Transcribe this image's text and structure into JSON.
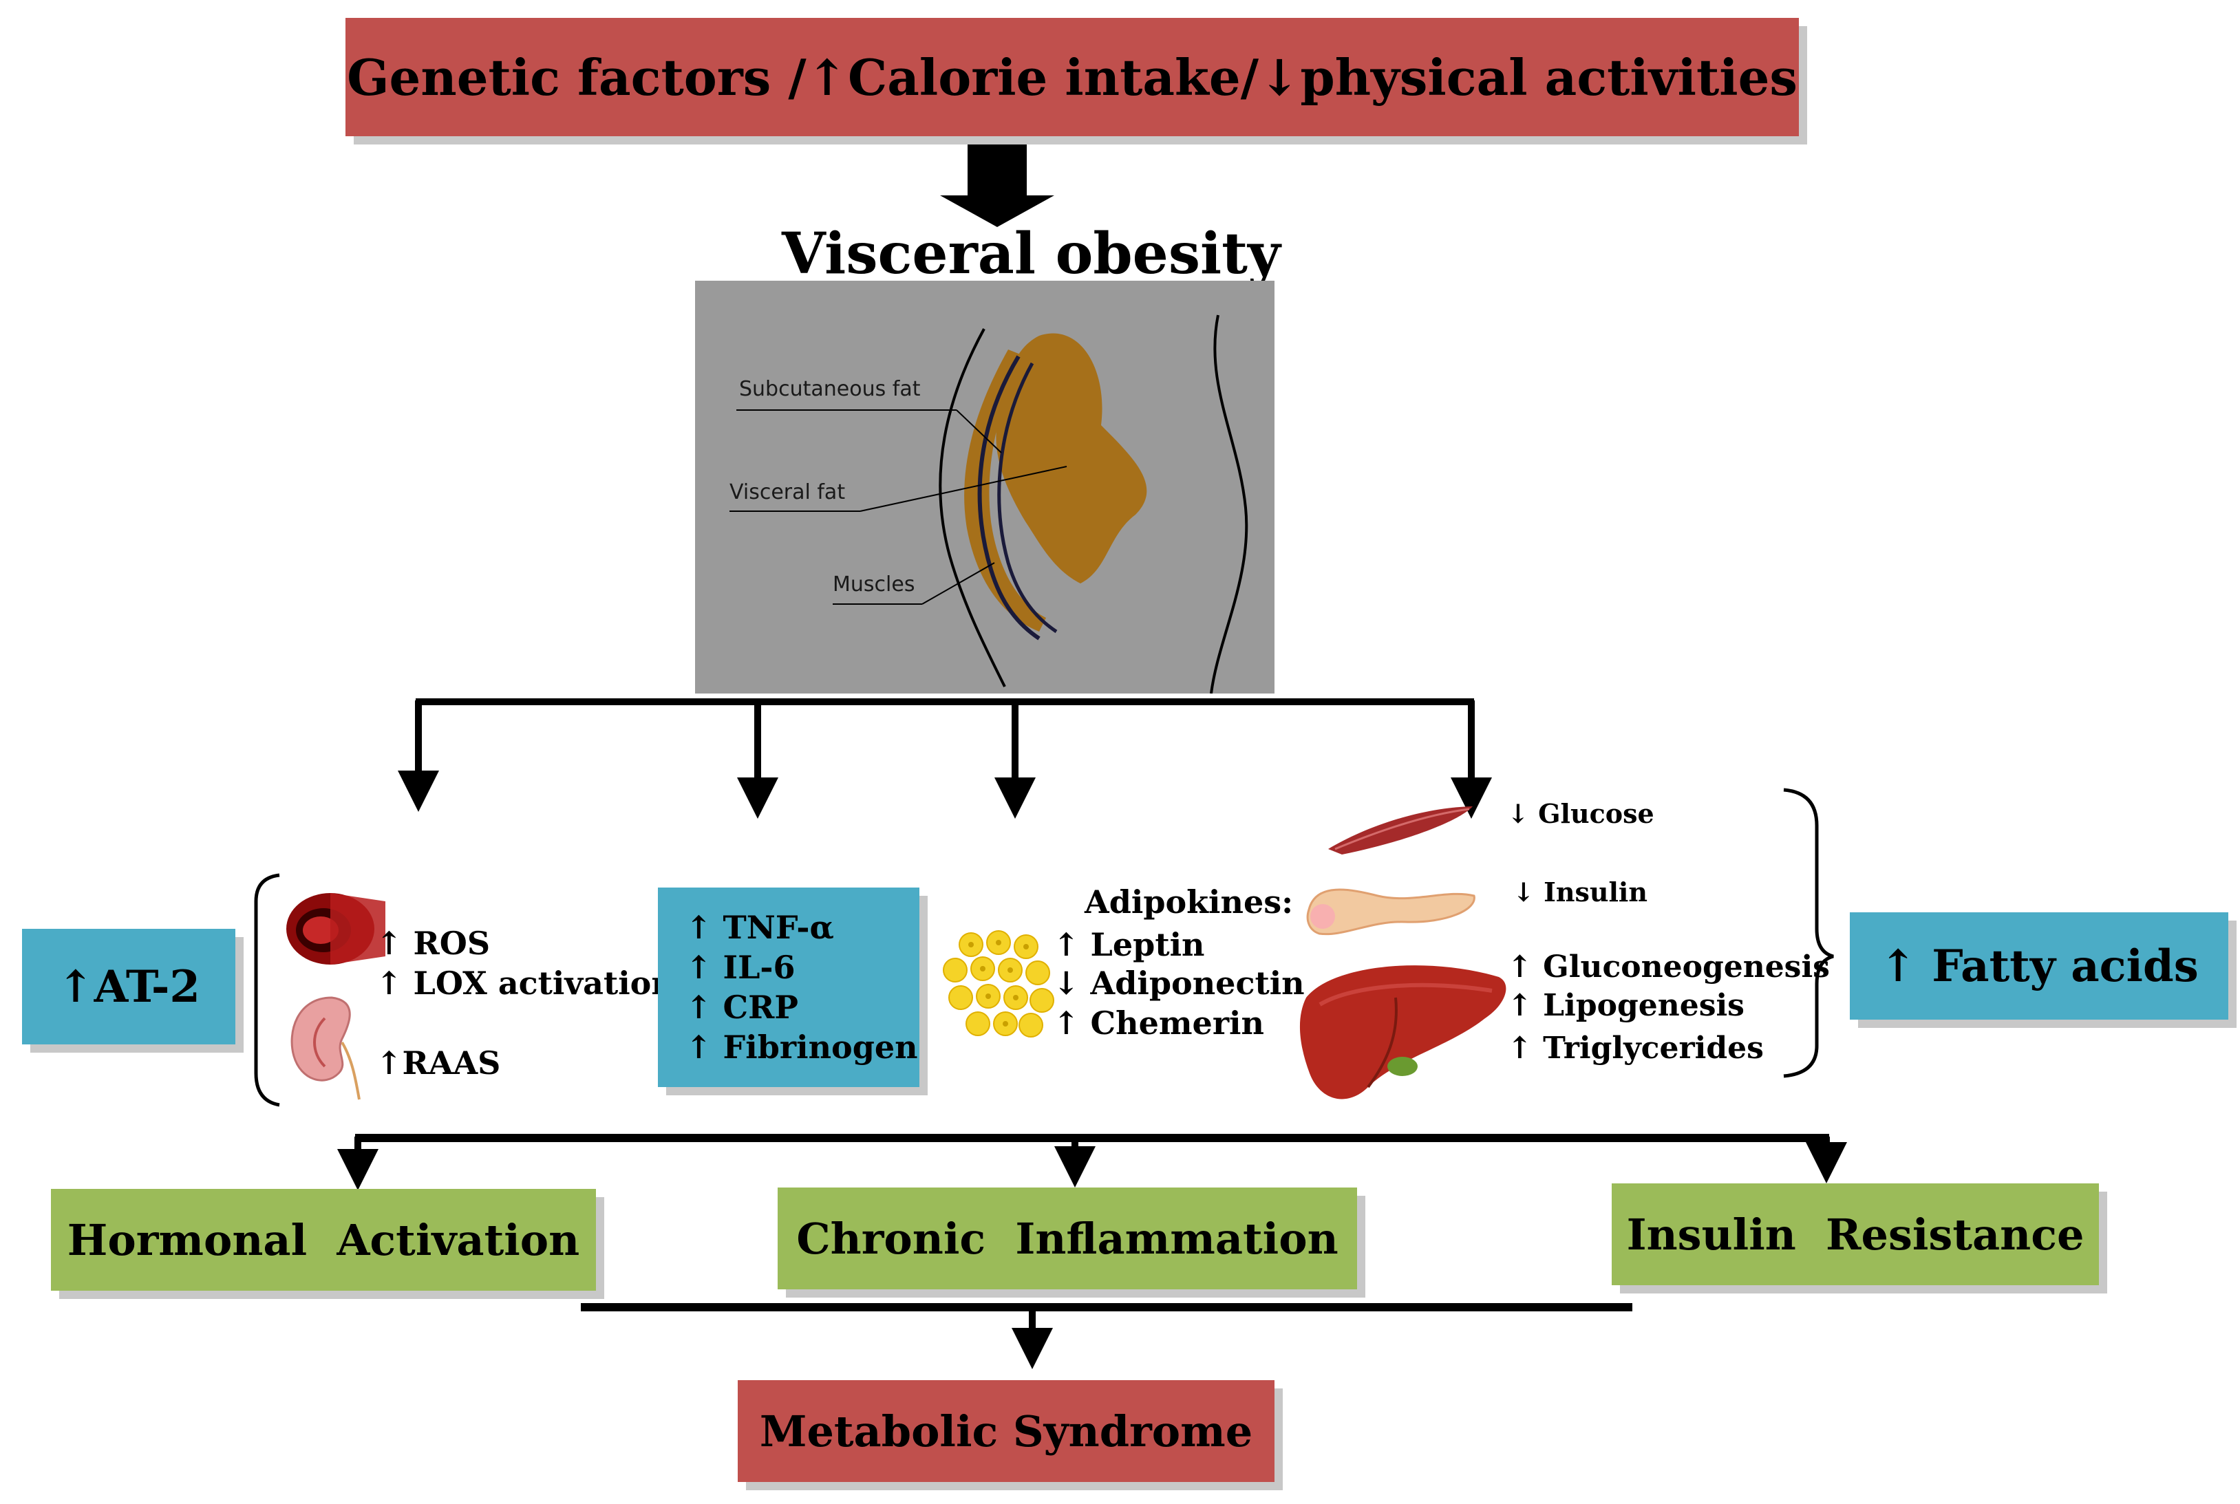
{
  "top_box": {
    "text": "Genetic factors /↑Calorie intake/↓physical activities"
  },
  "visceral": {
    "title": "Visceral obesity",
    "labels": {
      "subcutaneous": "Subcutaneous fat",
      "visceral": "Visceral fat",
      "muscles": "Muscles"
    }
  },
  "at2": {
    "text": "↑AT-2"
  },
  "hormonal_list": {
    "ros": "↑ ROS",
    "lox": "↑ LOX activation",
    "raas": "↑RAAS"
  },
  "cytokines": {
    "items": [
      "↑ TNF-α",
      "↑ IL-6",
      "↑ CRP",
      "↑ Fibrinogen"
    ]
  },
  "adipokines": {
    "title": "Adipokines:",
    "items": [
      "↑ Leptin",
      "↓ Adiponectin",
      "↑ Chemerin"
    ]
  },
  "metabolic": {
    "glucose": "↓ Glucose",
    "insulin": "↓ Insulin",
    "items": [
      "↑ Gluconeogenesis",
      "↑ Lipogenesis",
      "↑ Triglycerides"
    ]
  },
  "fatty_acids": {
    "text": "↑ Fatty acids"
  },
  "outcomes": {
    "hormonal": "Hormonal  Activation",
    "inflammation": "Chronic  Inflammation",
    "insulin": "Insulin  Resistance"
  },
  "final": {
    "text": "Metabolic Syndrome"
  },
  "colors": {
    "red": "#c0504d",
    "green": "#9bbb59",
    "blue": "#4bacc6",
    "fat": "#a6701a",
    "panel": "#9a9a9a"
  }
}
